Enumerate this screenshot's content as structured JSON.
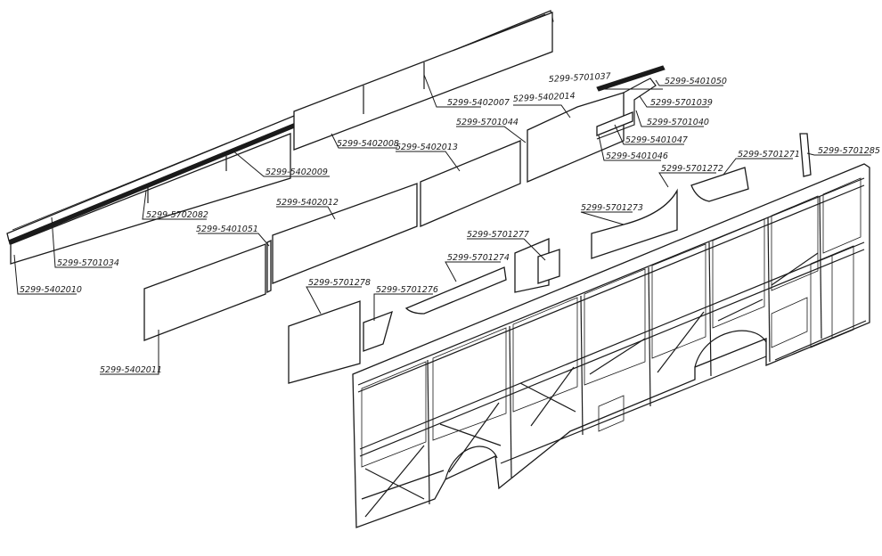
{
  "labels": {
    "l01": "5299-5701037",
    "l02": "5299-5401050",
    "l03": "5299-5402007",
    "l04": "5299-5402014",
    "l05": "5299-5701039",
    "l06": "5299-5701044",
    "l07": "5299-5701040",
    "l08": "5299-5402008",
    "l09": "5299-5402013",
    "l10": "5299-5401047",
    "l11": "5299-5401046",
    "l12": "5299-5701271",
    "l13": "5299-5701285",
    "l14": "5299-5402009",
    "l15": "5299-5701272",
    "l16": "5299-5402012",
    "l17": "5299-5701273",
    "l18": "5299-5702082",
    "l19": "5299-5401051",
    "l20": "5299-5701277",
    "l21": "5299-5701274",
    "l22": "5299-5701034",
    "l23": "5299-5402010",
    "l24": "5299-5701278",
    "l25": "5299-5701276",
    "l26": "5299-5402011"
  }
}
